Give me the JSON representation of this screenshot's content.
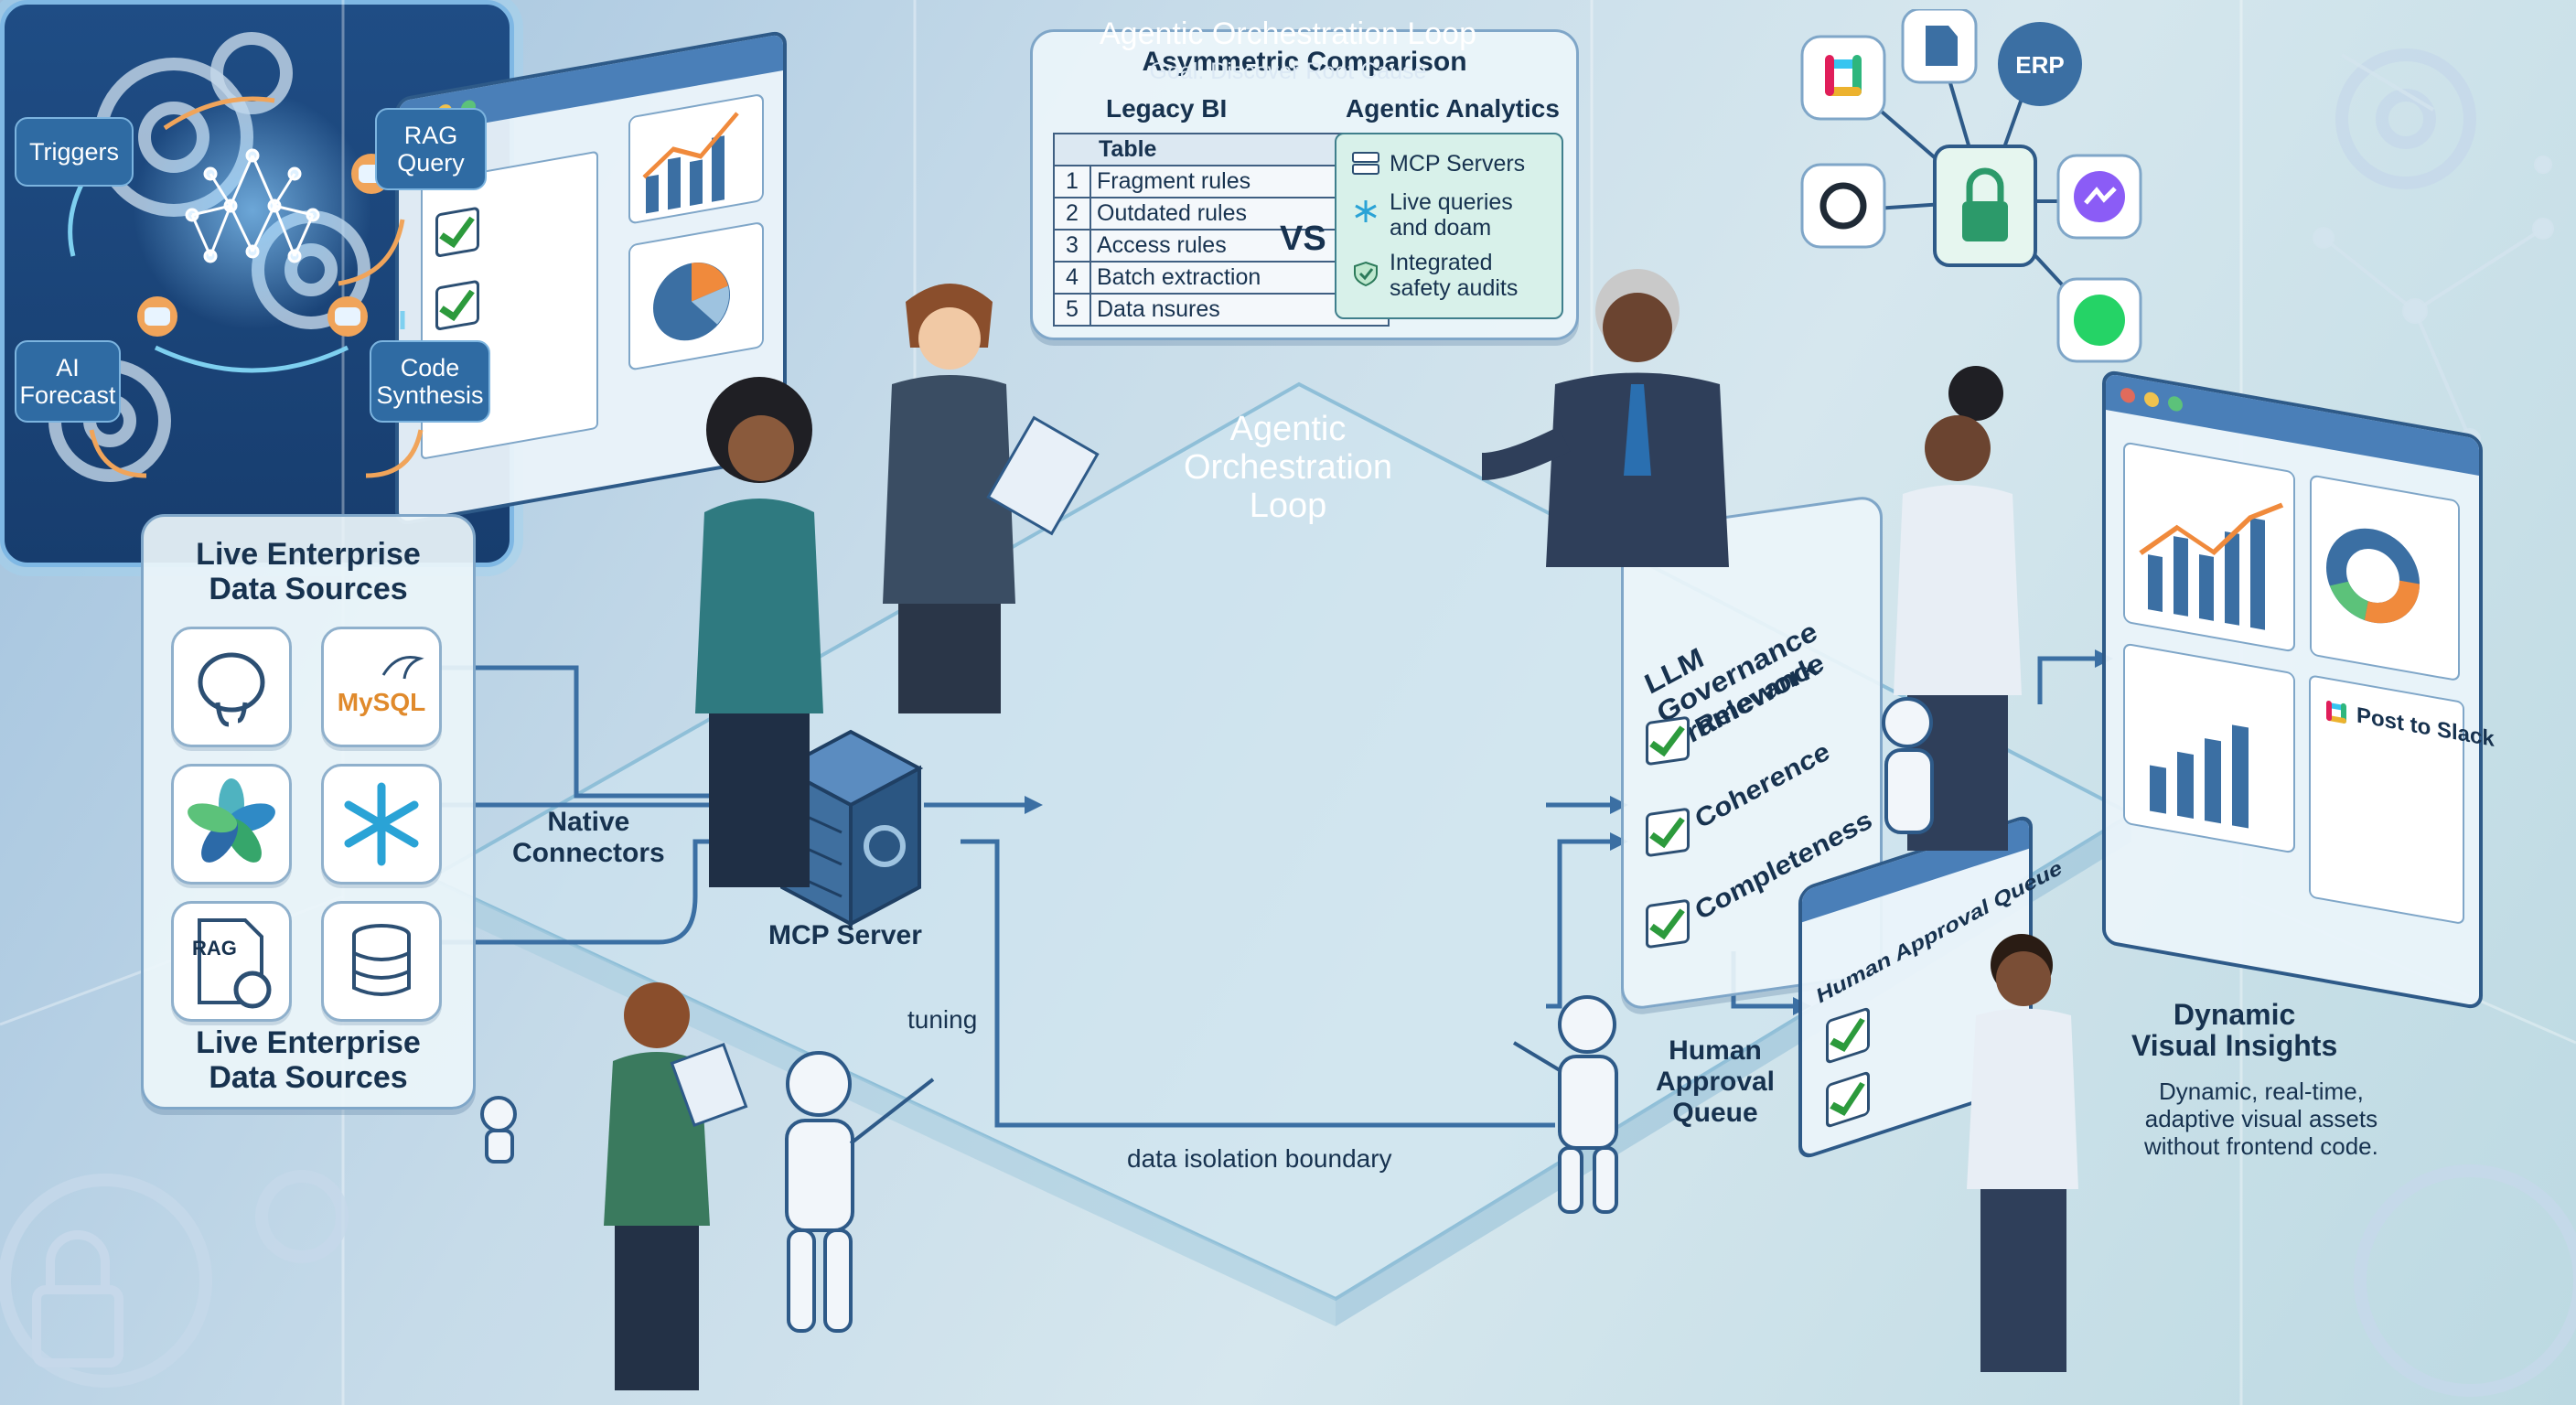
{
  "comparison": {
    "title": "Asymmetric Comparison",
    "legacy_heading": "Legacy BI",
    "agentic_heading": "Agentic Analytics",
    "table_header": "Table",
    "legacy_rows": [
      {
        "n": "1",
        "text": "Fragment rules"
      },
      {
        "n": "2",
        "text": "Outdated rules"
      },
      {
        "n": "3",
        "text": "Access rules"
      },
      {
        "n": "4",
        "text": "Batch extraction"
      },
      {
        "n": "5",
        "text": "Data nsures"
      }
    ],
    "vs": "VS",
    "agentic_items": [
      "MCP Servers",
      "Live queries\nand doam",
      "Integrated\nsafety audits"
    ]
  },
  "data_sources": {
    "title_top": "Live Enterprise\nData Sources",
    "title_bottom": "Live Enterprise\nData Sources",
    "tiles": [
      "postgresql-logo",
      "mysql-logo",
      "pinwheel-logo",
      "snowflake-logo",
      "rag-document",
      "database"
    ],
    "mysql_label": "MySQL",
    "rag_label": "RAG"
  },
  "connectors": {
    "native_label": "Native\nConnectors",
    "mcp_label": "MCP Server",
    "tuning_label": "tuning",
    "isolation_label": "data isolation boundary"
  },
  "orchestration": {
    "title": "Agentic Orchestration Loop",
    "goal": "Goal: Discover Root Cause",
    "nodes": {
      "triggers": "Triggers",
      "rag": "RAG\nQuery",
      "forecast": "AI\nForecast",
      "code": "Code\nSynthesis"
    },
    "center_label": "Agentic\nOrchestration\nLoop"
  },
  "governance": {
    "title": "LLM Governance\nFramework",
    "items": [
      "Relevance",
      "Coherence",
      "Completeness"
    ]
  },
  "approval": {
    "window_title": "Human Approval Queue",
    "label": "Human\nApproval\nQueue"
  },
  "insights": {
    "title": "Dynamic\nVisual Insights",
    "description": "Dynamic, real-time,\nadaptive visual assets\nwithout frontend code.",
    "slack_label": "Post to Slack"
  },
  "integrations": {
    "icons": [
      "slack-icon",
      "document-icon",
      "erp-icon",
      "openai-icon",
      "lock-icon",
      "messenger-icon",
      "whatsapp-icon"
    ],
    "erp_label": "ERP"
  },
  "colors": {
    "navy": "#17324f",
    "loop_blue": "#1f4d85",
    "accent_orange": "#f0a45a",
    "check_green": "#2c9a3c",
    "teal": "#4fb3c0"
  }
}
